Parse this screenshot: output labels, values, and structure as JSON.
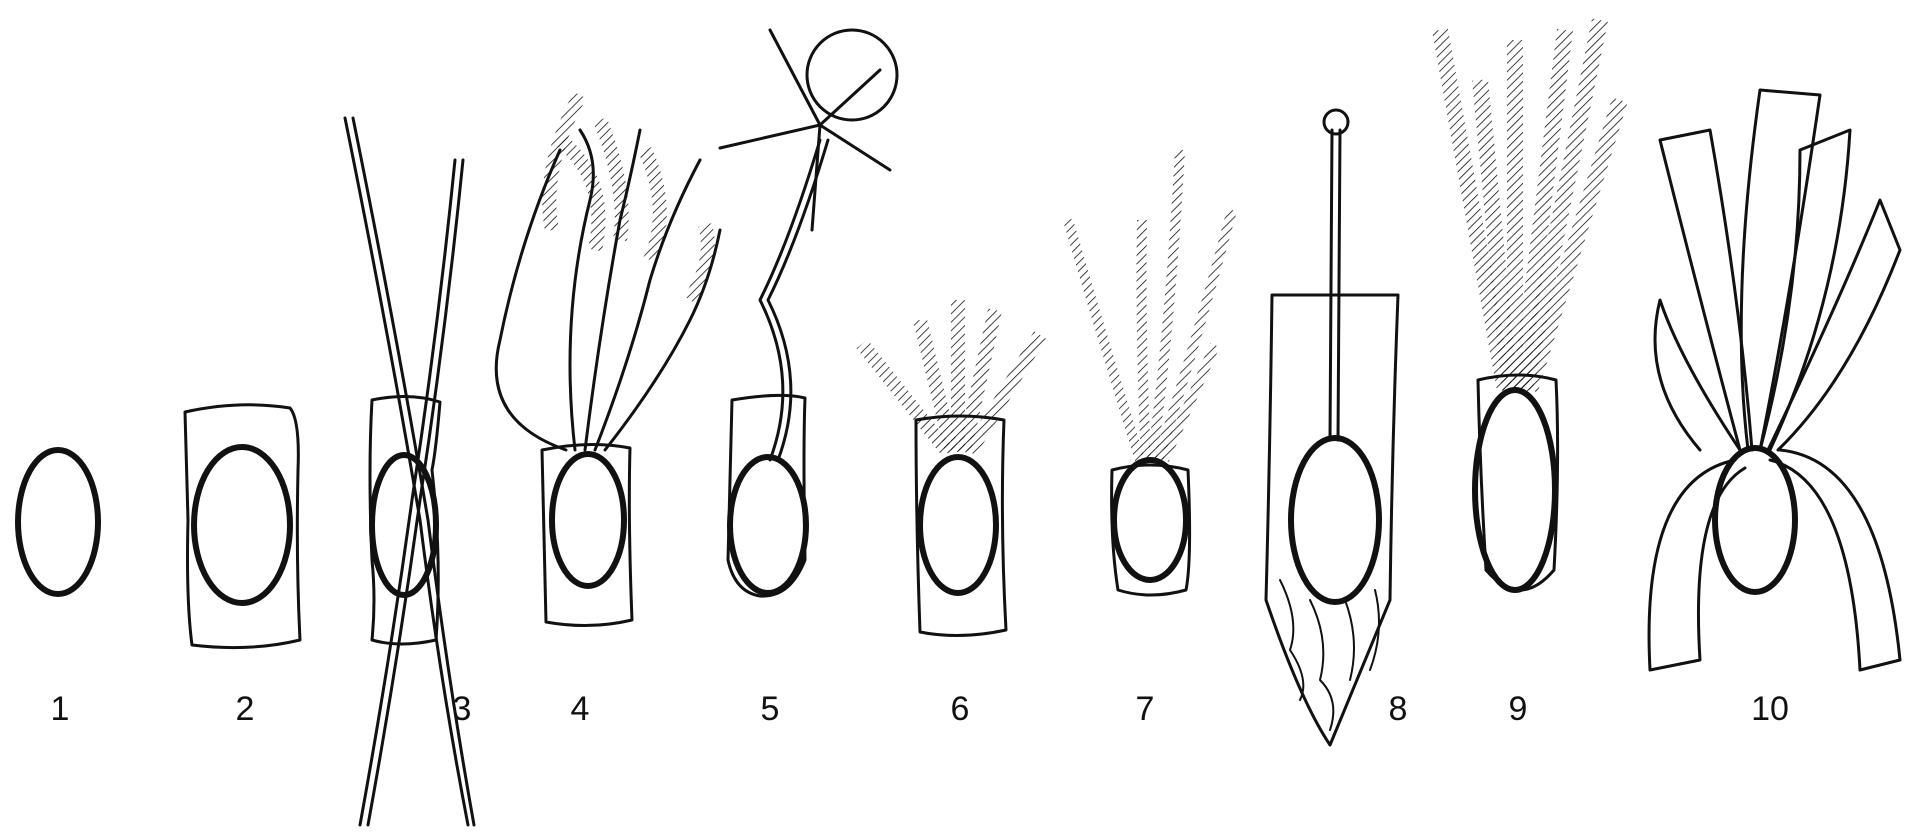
{
  "figure": {
    "labels": [
      "1",
      "2",
      "3",
      "4",
      "5",
      "6",
      "7",
      "8",
      "9",
      "10"
    ],
    "ink_color": "#111111",
    "background": "#ffffff"
  }
}
